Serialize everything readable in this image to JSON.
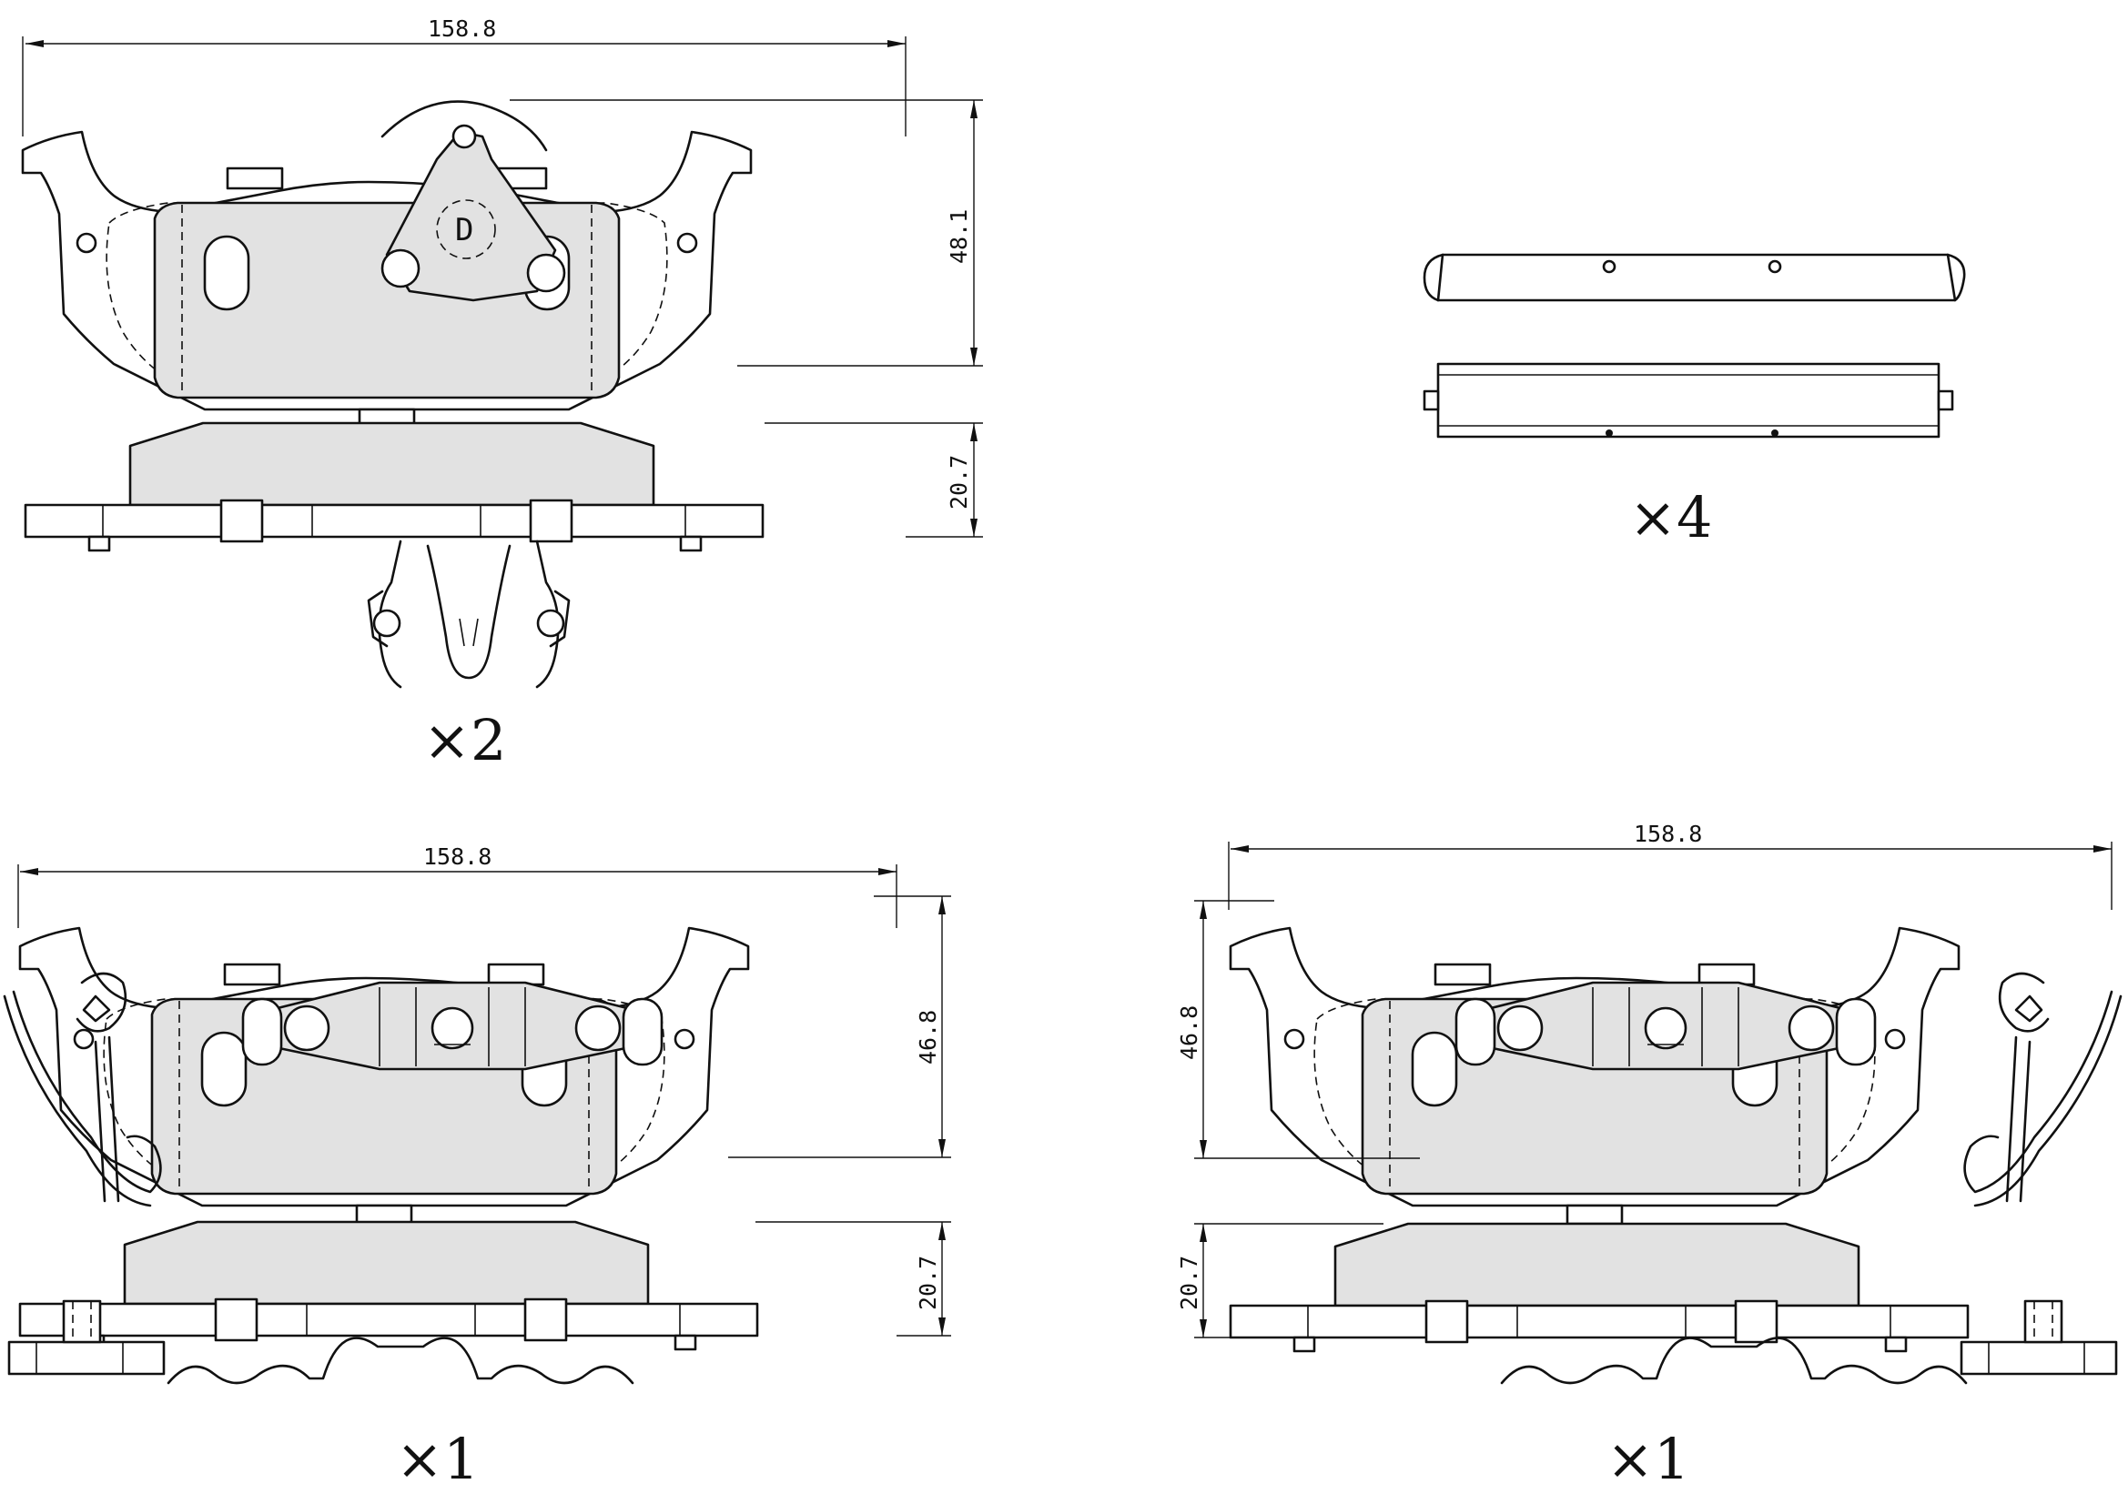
{
  "views": {
    "top_left": {
      "width_dim": "158.8",
      "height_dim": "48.1",
      "thickness_dim": "20.7",
      "wear_marker": "D",
      "quantity": "×2"
    },
    "top_right": {
      "quantity": "×4"
    },
    "bottom_left": {
      "width_dim": "158.8",
      "height_dim": "46.8",
      "thickness_dim": "20.7",
      "quantity": "×1"
    },
    "bottom_right": {
      "width_dim": "158.8",
      "height_dim": "46.8",
      "thickness_dim": "20.7",
      "quantity": "×1"
    }
  },
  "colors": {
    "line": "#111111",
    "friction_material": "#e2e2e2",
    "background": "#ffffff"
  }
}
